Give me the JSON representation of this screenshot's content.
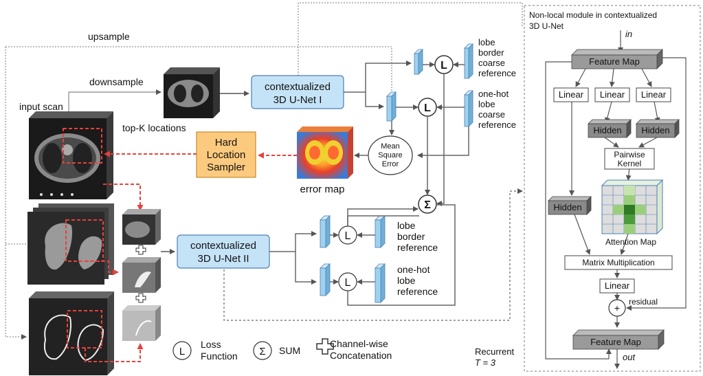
{
  "labels": {
    "upsample": "upsample",
    "downsample": "downsample",
    "input_scan": "input scan",
    "topk": "top-K locations",
    "error_map": "error map",
    "net1_line1": "contextualized",
    "net1_line2": "3D U-Net  I",
    "net2_line1": "contextualized",
    "net2_line2": "3D U-Net  II",
    "sampler_line1": "Hard",
    "sampler_line2": "Location",
    "sampler_line3": "Sampler",
    "mse_line1": "Mean",
    "mse_line2": "Square",
    "mse_line3": "Error",
    "loss_symbol": "L",
    "sum_symbol": "Σ",
    "ref_top1": [
      "lobe",
      "border",
      "coarse",
      "reference"
    ],
    "ref_top2": [
      "one-hot",
      "lobe",
      "coarse",
      "reference"
    ],
    "ref_bot1": [
      "lobe",
      "border",
      "reference"
    ],
    "ref_bot2": [
      "one-hot",
      "lobe",
      "reference"
    ]
  },
  "legend": {
    "loss_line1": "Loss",
    "loss_line2": "Function",
    "sum": "SUM",
    "concat_line1": "Channel-wise",
    "concat_line2": "Concatenation"
  },
  "recurrent": {
    "line1": "Recurrent",
    "line2": "T = 3"
  },
  "nonlocal": {
    "title_line1": "Non-local module in contextualized",
    "title_line2": "3D U-Net",
    "in_label": "in",
    "out_label": "out",
    "feature_map": "Feature Map",
    "linear": "Linear",
    "hidden": "Hidden",
    "pairwise_line1": "Pairwise",
    "pairwise_line2": "Kernel",
    "attention_map": "Attention Map",
    "matmul": "Matrix Multiplication",
    "plus": "+",
    "residual": "residual"
  },
  "colors": {
    "unet_fill": "#c5e3f7",
    "unet_stroke": "#4a7fb5",
    "sampler_fill": "#fcca7e",
    "sampler_stroke": "#c98a2a",
    "tensor_fill": "#9fd2ee",
    "hidden_fill": "#8a8a8a",
    "featuremap_fill": "#9a9a9a",
    "red_dashed": "#e8403a",
    "attention_green": "#4c9b3a"
  }
}
